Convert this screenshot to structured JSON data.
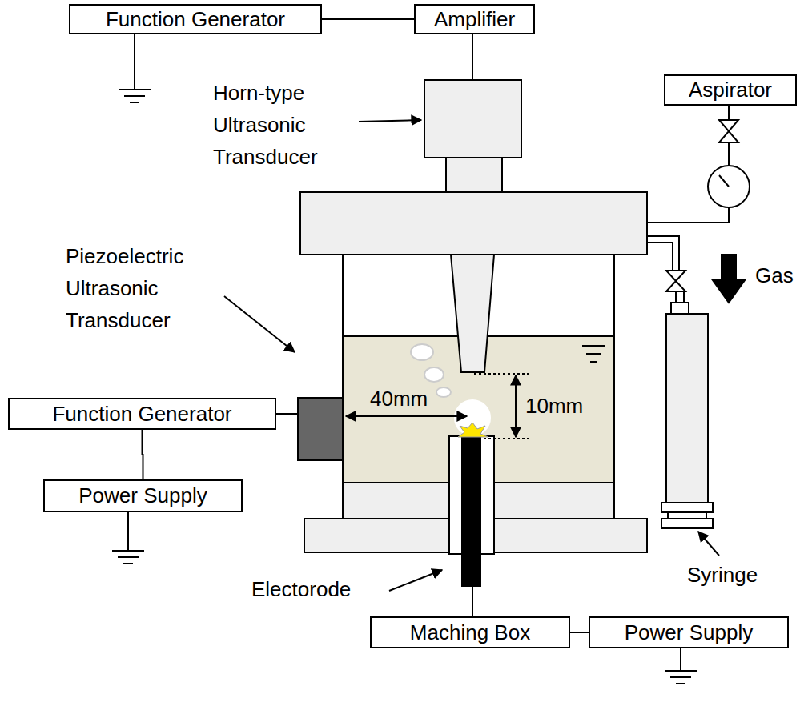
{
  "diagram": {
    "nodes": [
      {
        "text": [
          "Function Generator"
        ]
      },
      {
        "text": [
          "Amplifier"
        ]
      },
      {
        "text": [
          "Aspirator"
        ]
      },
      {
        "text": [
          "Function Generator"
        ]
      },
      {
        "text": [
          "Power Supply"
        ]
      },
      {
        "text": [
          "Maching Box"
        ]
      },
      {
        "text": [
          "Power Supply"
        ]
      }
    ],
    "edges": [
      {
        "from": 0,
        "to": 1,
        "arrow": "none"
      },
      {
        "from": 3,
        "to": 4,
        "arrow": "none"
      },
      {
        "from": 5,
        "to": 6,
        "arrow": "none"
      }
    ],
    "labels": [
      "Horn-type Ultrasonic Transducer",
      "Piezoelectric Ultrasonic Transducer",
      "Gas",
      "40mm",
      "10mm",
      "Electorode",
      "Syringe"
    ]
  }
}
